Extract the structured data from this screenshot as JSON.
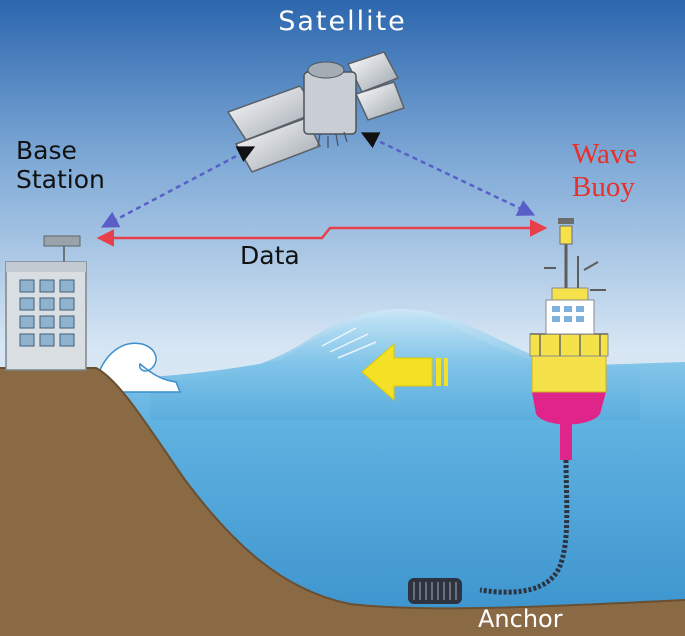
{
  "labels": {
    "satellite": "Satellite",
    "base_station": "Base\nStation",
    "wave_buoy": "Wave\nBuoy",
    "data": "Data",
    "anchor": "Anchor"
  },
  "colors": {
    "sky_top": "#2e6ab2",
    "sky_bottom": "#e3eef7",
    "sea": "#4fa3d6",
    "seabed": "#8a6a45",
    "data_link": "#e8404a",
    "satellite_link": "#5a5fc8",
    "buoy_yellow": "#f5e14a",
    "buoy_magenta": "#e0258a",
    "wave_arrow": "#f4e024"
  },
  "icons": [
    "satellite-icon",
    "base-station-building-icon",
    "wave-buoy-icon",
    "anchor-icon",
    "wave-direction-arrow-icon"
  ]
}
